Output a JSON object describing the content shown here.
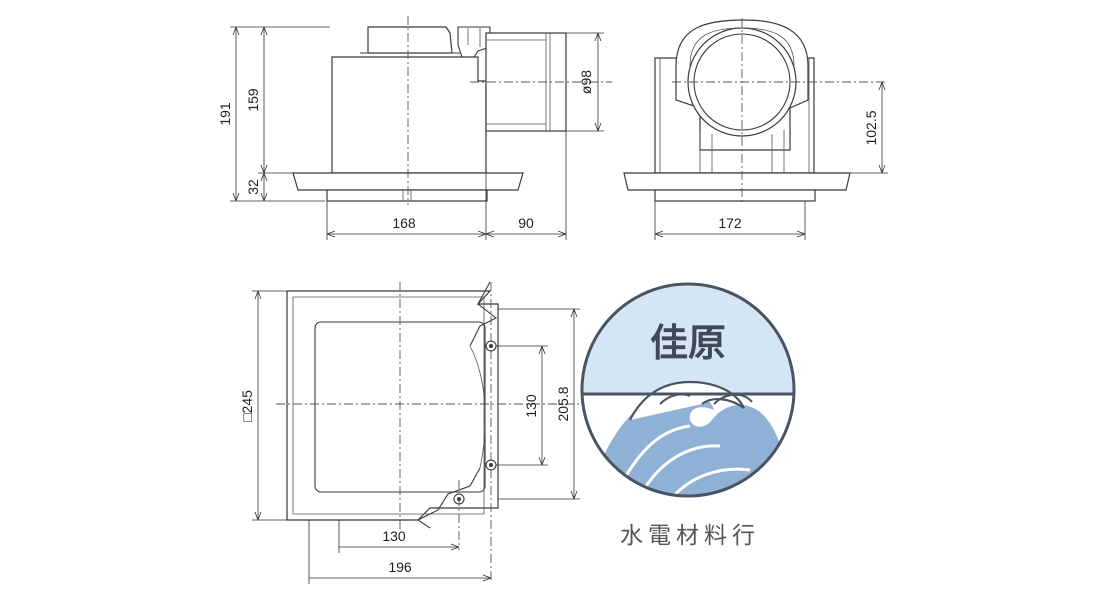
{
  "side_view": {
    "dim_overall_height": "191",
    "dim_body_height": "159",
    "dim_flange_height": "32",
    "dim_body_width": "168",
    "dim_duct_length": "90",
    "dim_duct_diameter": "ø98"
  },
  "front_view": {
    "dim_duct_center_height": "102.5",
    "dim_width": "172"
  },
  "plan_view": {
    "dim_grille_size": "□245",
    "dim_hole_spacing": "130",
    "dim_outer_height": "205.8",
    "dim_hole_offset": "130",
    "dim_outer_width": "196"
  },
  "watermark": {
    "name": "佳原",
    "subtitle": "水電材料行",
    "colors": {
      "sky": "#d4e6f4",
      "wave": "#8fb1d6",
      "outline": "#4a5563"
    }
  }
}
